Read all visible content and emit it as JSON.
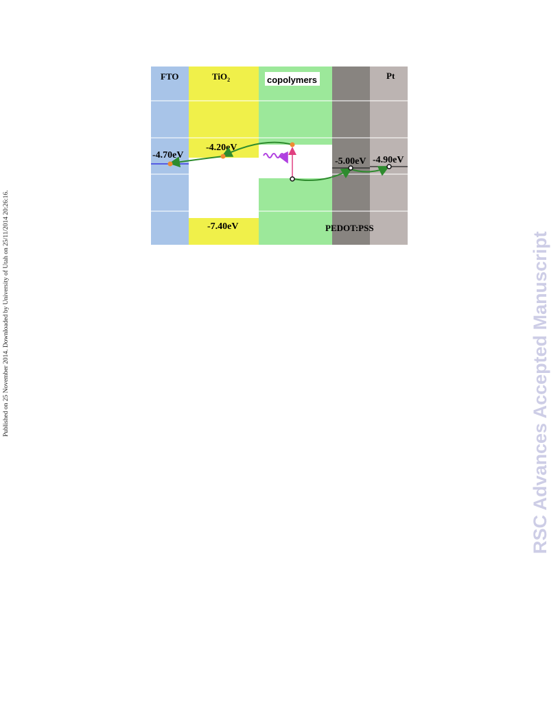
{
  "layers": {
    "fto": "FTO",
    "tio2": "TiO",
    "tio2_sub": "2",
    "copolymers": "copolymers",
    "pt": "Pt",
    "pedot": "PEDOT:PSS"
  },
  "levels": {
    "fto_level": "-4.70eV",
    "tio2_cb": "-4.20eV",
    "tio2_vb": "-7.40eV",
    "pedot_level": "-5.00eV",
    "pt_level": "-4.90eV"
  },
  "side_note": "Published on 25 November 2014. Downloaded by University of Utah on 25/11/2014 20:26:16.",
  "watermark": "RSC Advances Accepted Manuscript",
  "colors": {
    "fto": "#a8c4e8",
    "tio2": "#f0f04a",
    "copolymer": "#9ce89a",
    "pedot": "#888480",
    "pt": "#bcb4b2",
    "arrow": "#2e8b2e",
    "electron": "#f08a30",
    "photon": "#b040e0",
    "excitation": "#e04080",
    "fto_line": "#3a3ae0"
  }
}
